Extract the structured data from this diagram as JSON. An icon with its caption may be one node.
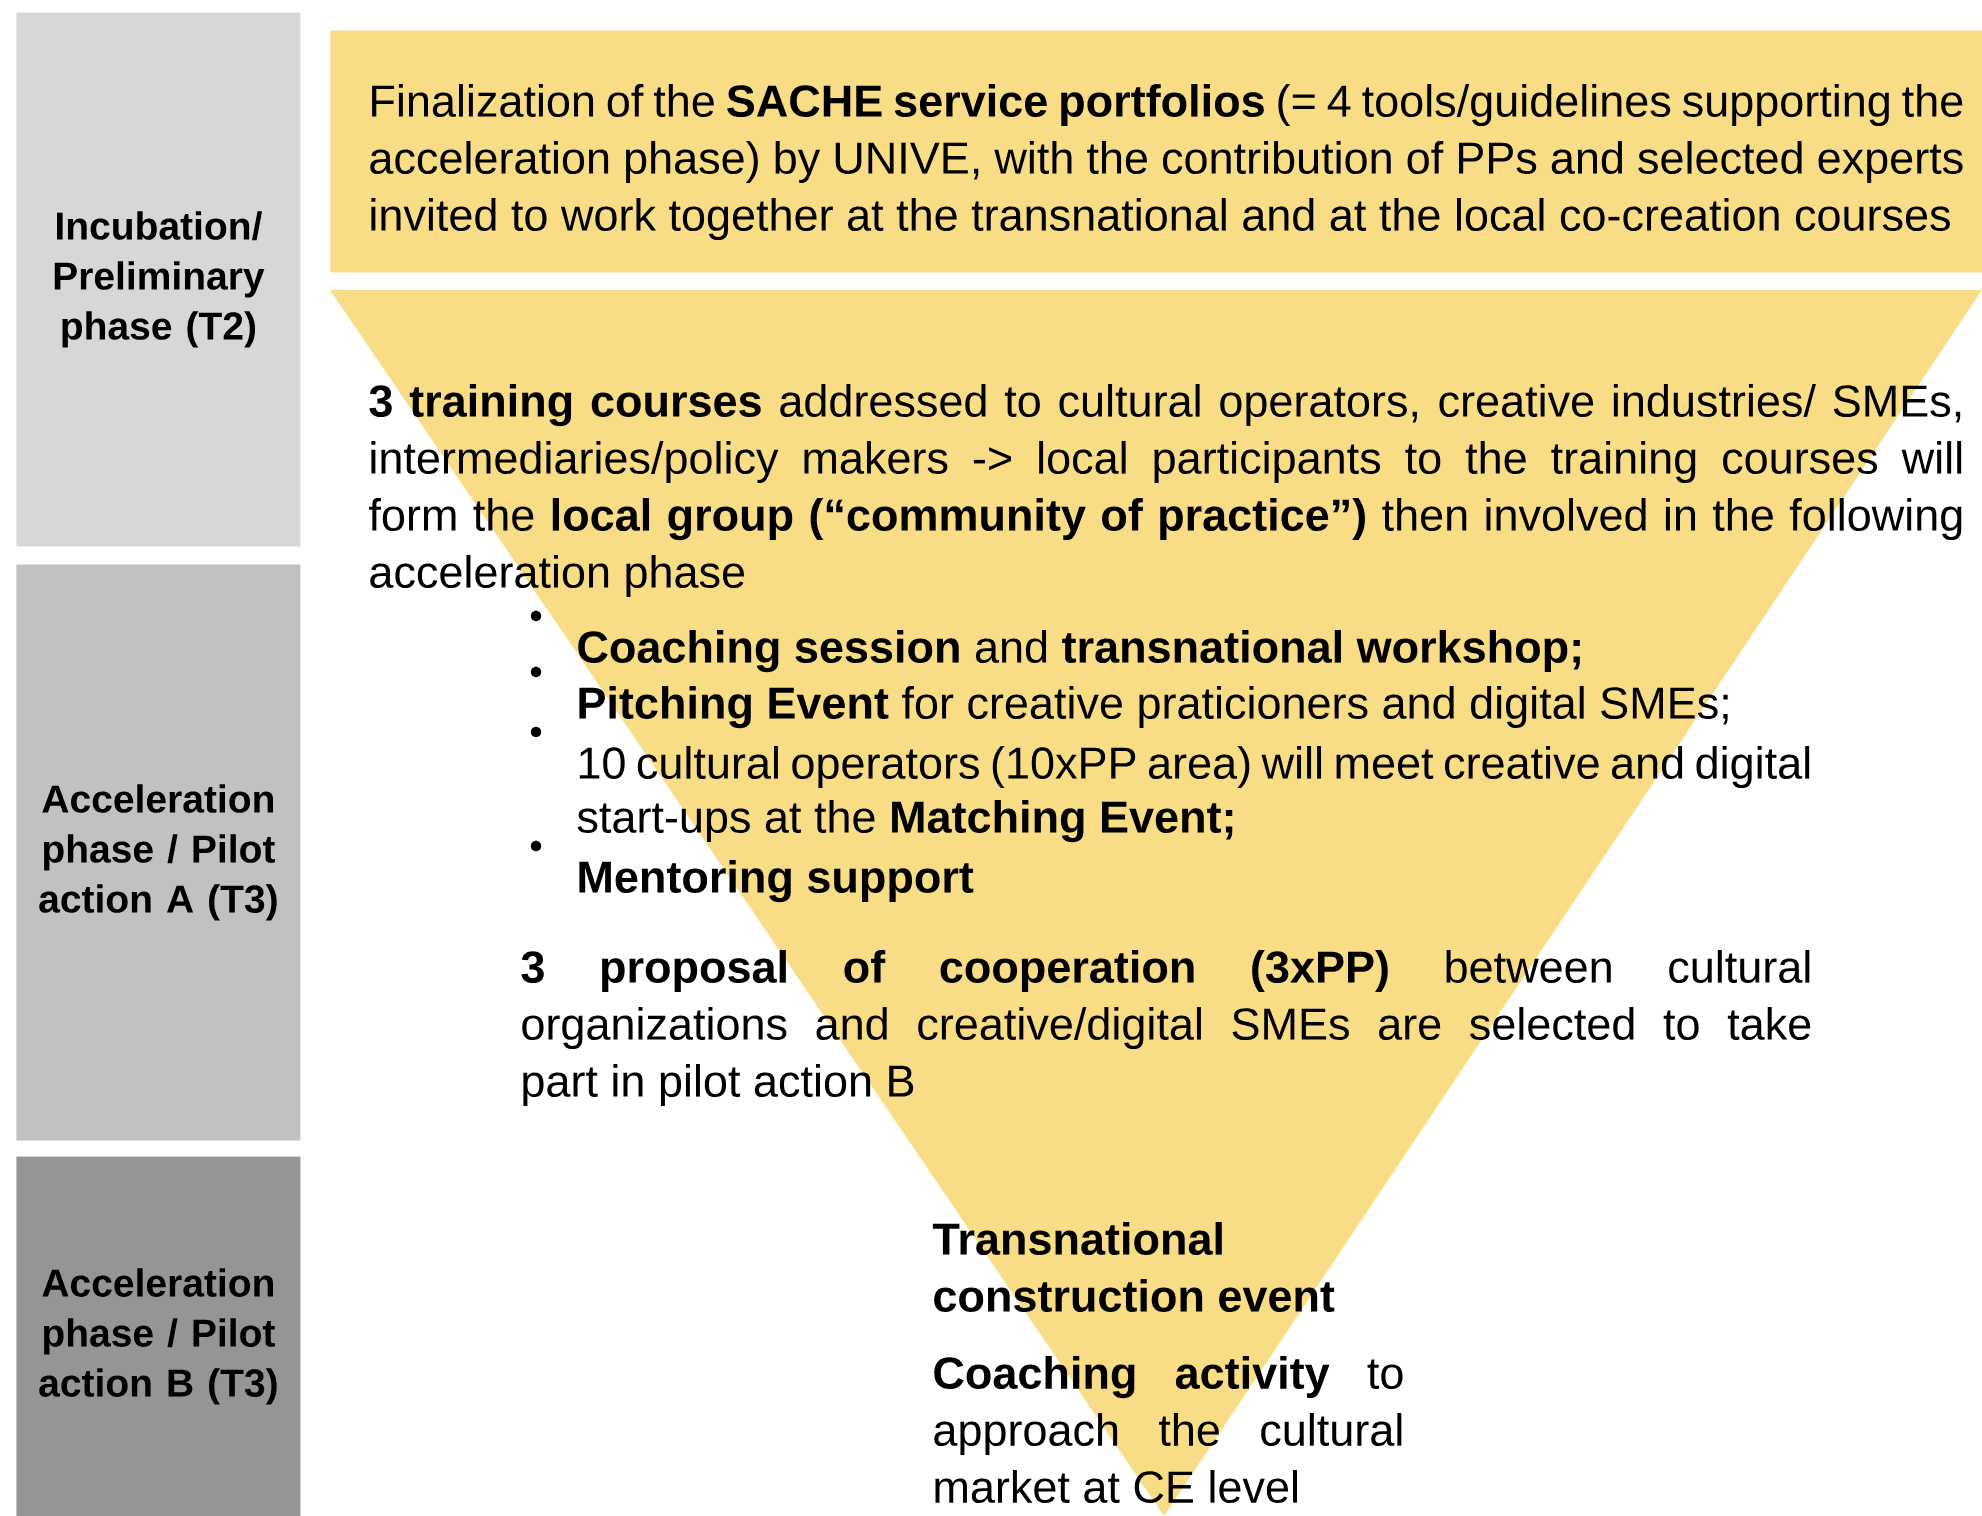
{
  "diagram": {
    "nodes": [
      {
        "text": [
          "Incubation/ Preliminary phase (T2)"
        ]
      },
      {
        "text": [
          "Acceleration phase / Pilot action A (T3)"
        ]
      },
      {
        "text": [
          "Acceleration phase / Pilot action B (T3)"
        ]
      },
      {
        "text": [
          "Finalization of the **SACHE service portfolios** (= 4 tools/guidelines supporting the acceleration phase) by UNIVE, with the contribution of PPs and selected experts invited to work together at the transnational and at the local co-creation courses"
        ]
      },
      {
        "text": [
          "**3 training courses** addressed to cultural operators, creative industries/ SMEs, intermediaries/policy makers -> local participants to the training courses will form the **local group (“community of practice”)** then involved in the following acceleration phase",
          "**Coaching session** and **transnational workshop;**",
          "**Pitching Event** for creative praticioners and digital SMEs;",
          "10 cultural operators (10xPP area) will meet creative and digital start-ups at the **Matching Event;**",
          "**Mentoring support**",
          "**3 proposal of cooperation (3xPP)** between cultural organizations and creative/digital SMEs are selected to take part in pilot action B",
          "Transnational construction event",
          "**Coaching activity** to approach the cultural market at CE level"
        ]
      }
    ],
    "edges": []
  }
}
